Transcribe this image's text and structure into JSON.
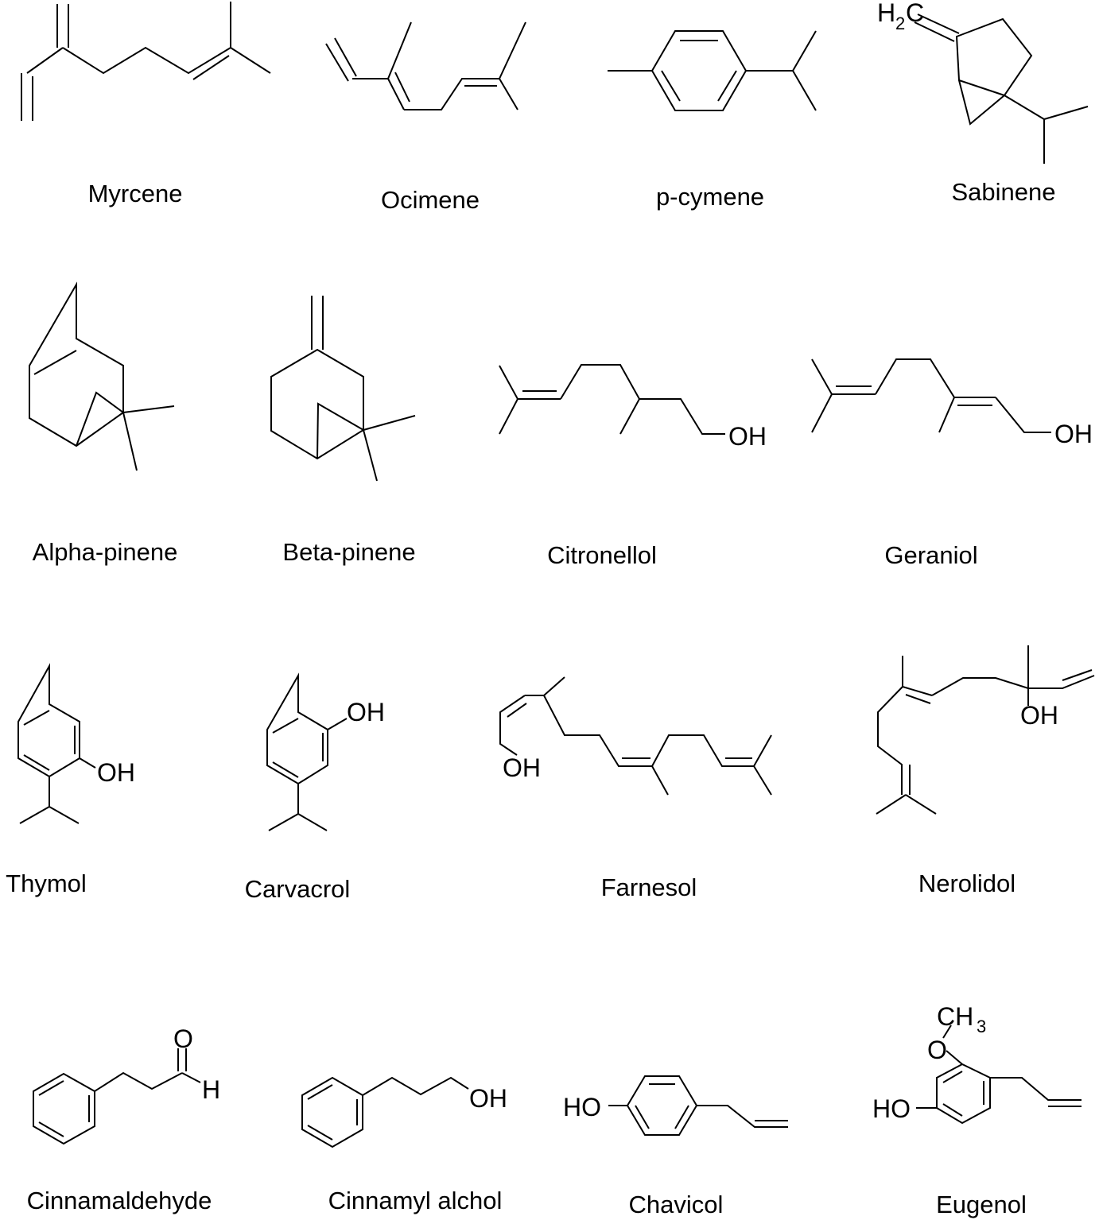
{
  "compounds": [
    {
      "id": "myrcene",
      "name": "Myrcene",
      "labels": []
    },
    {
      "id": "ocimene",
      "name": "Ocimene",
      "labels": []
    },
    {
      "id": "p-cymene",
      "name": "p-cymene",
      "labels": []
    },
    {
      "id": "sabinene",
      "name": "Sabinene",
      "labels": [
        "H",
        "2",
        "C"
      ]
    },
    {
      "id": "alpha-pinene",
      "name": "Alpha-pinene",
      "labels": []
    },
    {
      "id": "beta-pinene",
      "name": "Beta-pinene",
      "labels": []
    },
    {
      "id": "citronellol",
      "name": "Citronellol",
      "labels": [
        "OH"
      ]
    },
    {
      "id": "geraniol",
      "name": "Geraniol",
      "labels": [
        "OH"
      ]
    },
    {
      "id": "thymol",
      "name": "Thymol",
      "labels": [
        "OH"
      ]
    },
    {
      "id": "carvacrol",
      "name": "Carvacrol",
      "labels": [
        "OH"
      ]
    },
    {
      "id": "farnesol",
      "name": "Farnesol",
      "labels": [
        "OH"
      ]
    },
    {
      "id": "nerolidol",
      "name": "Nerolidol",
      "labels": [
        "OH"
      ]
    },
    {
      "id": "cinnamaldehyde",
      "name": "Cinnamaldehyde",
      "labels": [
        "O",
        "H"
      ]
    },
    {
      "id": "cinnamyl-alcohol",
      "name": "Cinnamyl alchol",
      "labels": [
        "OH"
      ]
    },
    {
      "id": "chavicol",
      "name": "Chavicol",
      "labels": [
        "HO"
      ]
    },
    {
      "id": "eugenol",
      "name": "Eugenol",
      "labels": [
        "CH",
        "3",
        "O",
        "HO"
      ]
    }
  ]
}
